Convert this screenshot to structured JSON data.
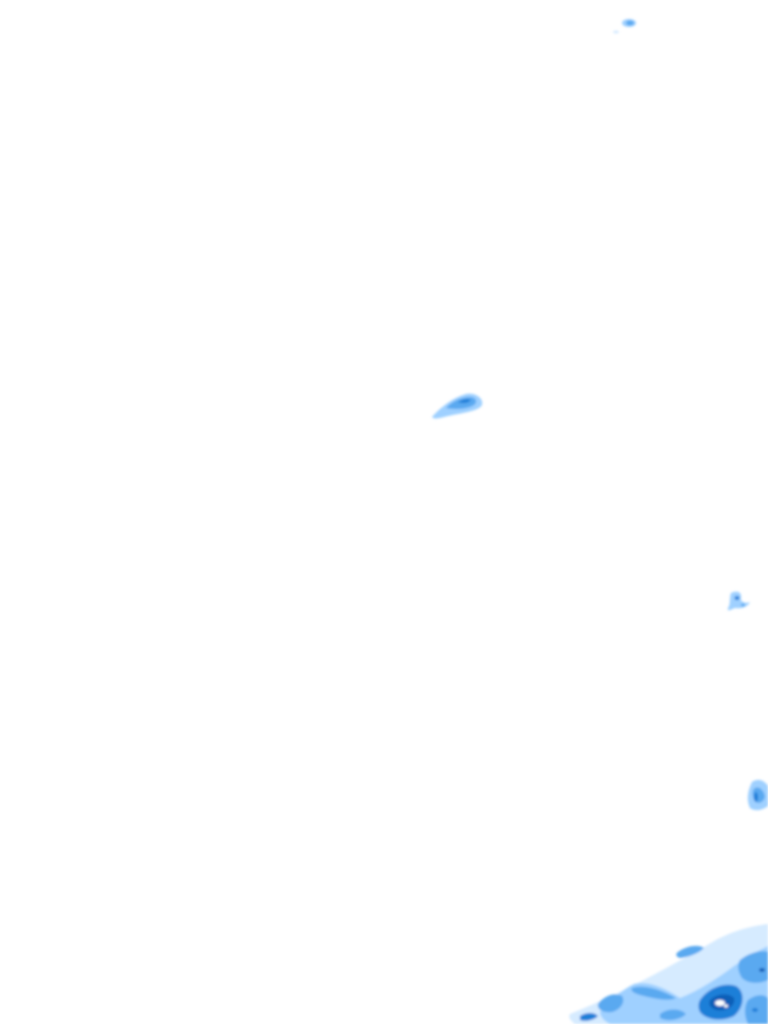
{
  "map": {
    "type": "precipitation-radar-tile",
    "background_color": "#ffffff",
    "palette": {
      "very_light": "#d6ebff",
      "light": "#9fd0ff",
      "medium": "#5aa9f0",
      "strong": "#1f7fd8",
      "intense": "#0b5fb8"
    },
    "echoes": [
      "echo-top-right",
      "echo-center",
      "echo-right-mid",
      "echo-right-lower",
      "echo-bottom-right-band"
    ]
  }
}
